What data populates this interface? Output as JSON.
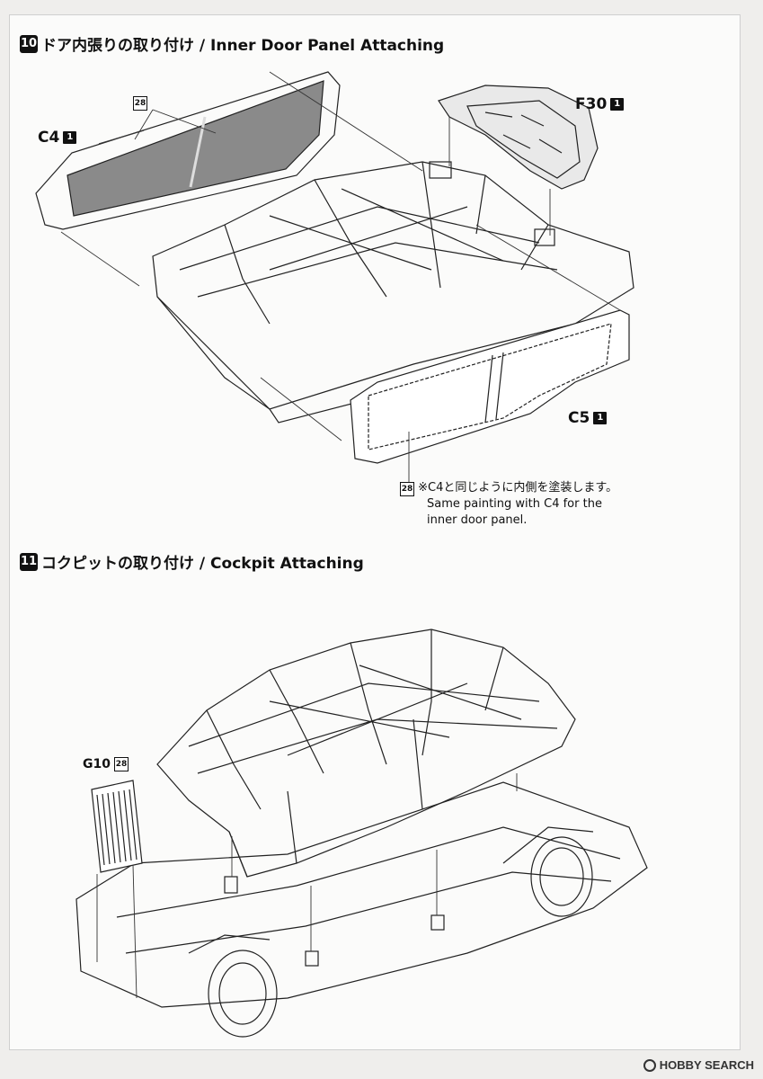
{
  "steps": [
    {
      "number": "10",
      "title": "ドア内張りの取り付け / Inner Door Panel Attaching"
    },
    {
      "number": "11",
      "title": "コクピットの取り付け / Cockpit Attaching"
    }
  ],
  "parts": {
    "c4": {
      "label": "C4",
      "qty": "1"
    },
    "f30": {
      "label": "F30",
      "qty": "1"
    },
    "c5": {
      "label": "C5",
      "qty": "1"
    },
    "g10": {
      "label": "G10",
      "paint": "28"
    }
  },
  "paint_code": "28",
  "note": {
    "paint": "28",
    "jp": "※C4と同じように内側を塗装します。",
    "en1": "Same painting with C4 for the",
    "en2": "inner door panel."
  },
  "watermark": "HOBBY SEARCH",
  "colors": {
    "ink": "#111111",
    "door_fill": "#8a8a8a",
    "paper": "#fbfbfa"
  }
}
